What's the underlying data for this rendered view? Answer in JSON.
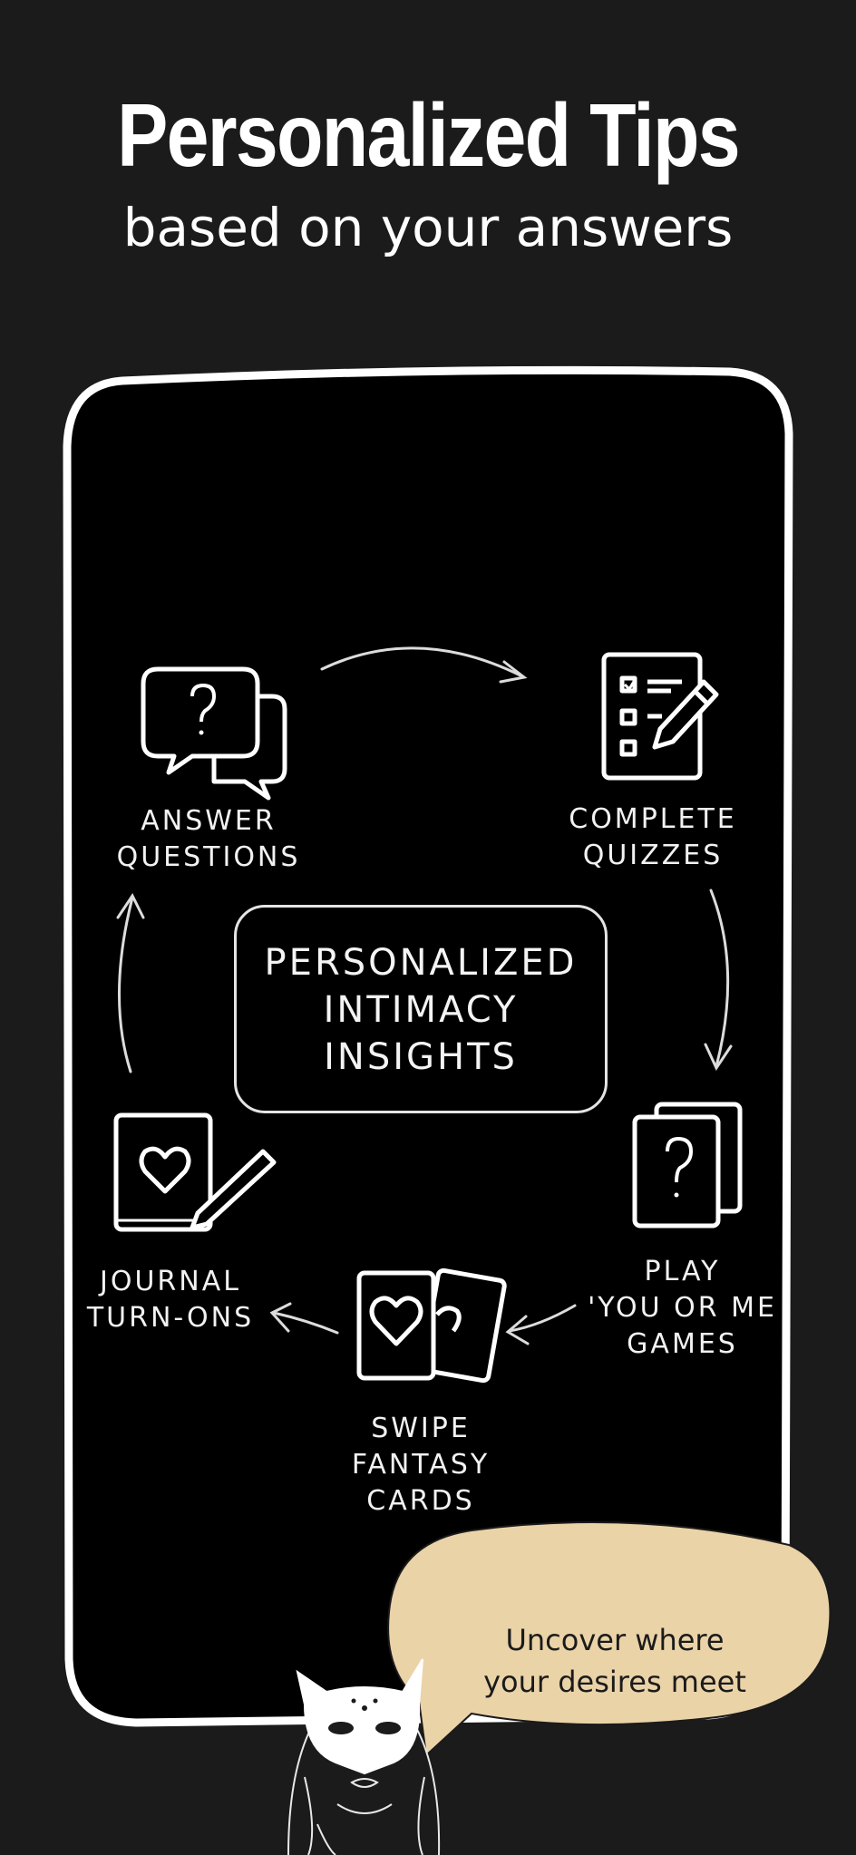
{
  "header": {
    "title": "Personalized Tips",
    "subtitle": "based on your answers"
  },
  "diagram": {
    "center": {
      "line1": "PERSONALIZED",
      "line2": "INTIMACY",
      "line3": "INSIGHTS"
    },
    "steps": {
      "answer": {
        "line1": "ANSWER",
        "line2": "QUESTIONS",
        "icon": "question-chat-icon"
      },
      "quizzes": {
        "line1": "COMPLETE",
        "line2": "QUIZZES",
        "icon": "checklist-pencil-icon"
      },
      "play": {
        "line1": "PLAY",
        "line2": "'YOU OR ME",
        "line3": "GAMES",
        "icon": "question-cards-icon"
      },
      "swipe": {
        "line1": "SWIPE",
        "line2": "FANTASY",
        "line3": "CARDS",
        "icon": "heart-cards-icon"
      },
      "journal": {
        "line1": "JOURNAL",
        "line2": "TURN-ONS",
        "icon": "heart-journal-icon"
      }
    }
  },
  "speech_bubble": {
    "line1": "Uncover where",
    "line2": "your desires meet"
  },
  "colors": {
    "background": "#1b1b1b",
    "phone_screen": "#000000",
    "outline": "#ffffff",
    "bubble": "#ebd3a8"
  }
}
